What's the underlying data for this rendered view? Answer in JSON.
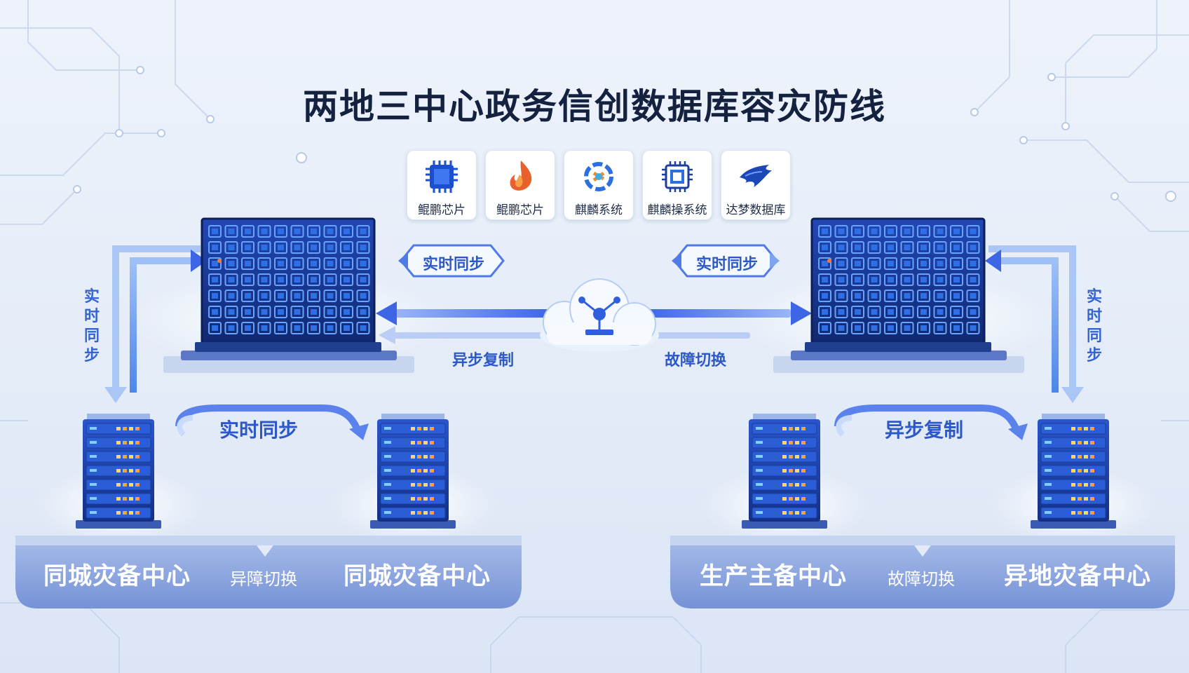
{
  "title": "两地三中心政务信创数据库容灾防线",
  "tech_cards": [
    {
      "label": "鲲鹏芯片",
      "icon": "chip-icon"
    },
    {
      "label": "鲲鹏芯片",
      "icon": "flame-icon"
    },
    {
      "label": "麒麟系统",
      "icon": "kirin-icon"
    },
    {
      "label": "麒麟操系统",
      "icon": "os-chip-icon"
    },
    {
      "label": "达梦数据库",
      "icon": "bird-icon"
    }
  ],
  "flows": {
    "left_realtime": "实时同步",
    "right_realtime": "实时同步",
    "async_copy": "异步复制",
    "failover": "故障切换",
    "left_vertical": "实时同步",
    "right_vertical": "实时同步",
    "left_bottom": "实时同步",
    "right_bottom": "异步复制"
  },
  "platforms": {
    "left": {
      "site_a": "同城灾备中心",
      "mid": "异障切换",
      "site_b": "同城灾备中心"
    },
    "right": {
      "site_a": "生产主备中心",
      "mid": "故障切换",
      "site_b": "异地灾备中心"
    }
  },
  "colors": {
    "accent": "#2f5fe0",
    "server": "#1e46b8",
    "platform": "#7f9bdc",
    "title": "#14213f"
  }
}
